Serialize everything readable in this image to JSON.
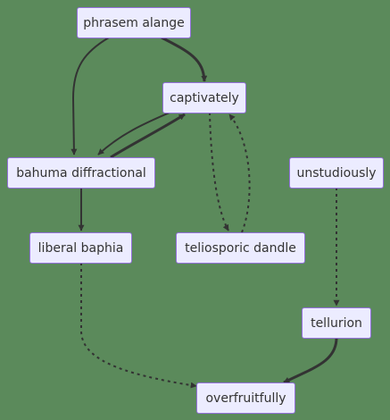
{
  "colors": {
    "background": "#5b8a5b",
    "node_fill": "#ececff",
    "node_border": "#9370db",
    "edge": "#333333",
    "text": "#333333"
  },
  "nodes": {
    "phrasem_alange": "phrasem alange",
    "captivately": "captivately",
    "bahuma_diffractional": "bahuma diffractional",
    "unstudiously": "unstudiously",
    "liberal_baphia": "liberal baphia",
    "teliosporic_dandle": "teliosporic dandle",
    "tellurion": "tellurion",
    "overfruitfully": "overfruitfully"
  },
  "edges": [
    {
      "from": "phrasem alange",
      "to": "captivately",
      "style": "thick"
    },
    {
      "from": "phrasem alange",
      "to": "bahuma diffractional",
      "style": "normal"
    },
    {
      "from": "captivately",
      "to": "bahuma diffractional",
      "style": "normal"
    },
    {
      "from": "bahuma diffractional",
      "to": "captivately",
      "style": "thick"
    },
    {
      "from": "captivately",
      "to": "teliosporic dandle",
      "style": "dotted"
    },
    {
      "from": "teliosporic dandle",
      "to": "captivately",
      "style": "dotted"
    },
    {
      "from": "bahuma diffractional",
      "to": "liberal baphia",
      "style": "normal"
    },
    {
      "from": "unstudiously",
      "to": "tellurion",
      "style": "dotted"
    },
    {
      "from": "liberal baphia",
      "to": "overfruitfully",
      "style": "dotted"
    },
    {
      "from": "tellurion",
      "to": "overfruitfully",
      "style": "thick"
    }
  ]
}
